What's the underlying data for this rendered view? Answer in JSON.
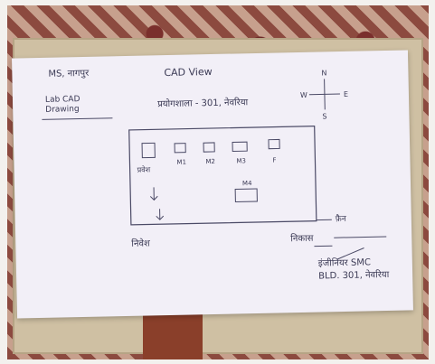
{
  "image": {
    "description_alt": "Photo of a hand-drawn CAD view sketch on paper resting on a board"
  },
  "sketch": {
    "header_left": "MS, नागपुर",
    "title": "CAD View",
    "subtitle": "प्रयोगशाला - 301, नेवरिया",
    "left_label": "Lab CAD Drawing",
    "bottom_left": "निवेश",
    "bottom_right": "निकास",
    "legend_text": "फ़ैन",
    "signature_lines": [
      "इंजीनियर SMC",
      "BLD. 301, नेवरिया"
    ],
    "machine_labels": [
      "प्रवेश",
      "M1",
      "M2",
      "M3",
      "F",
      "M4"
    ],
    "compass": {
      "n": "N",
      "e": "E",
      "w": "W",
      "s": "S"
    }
  }
}
